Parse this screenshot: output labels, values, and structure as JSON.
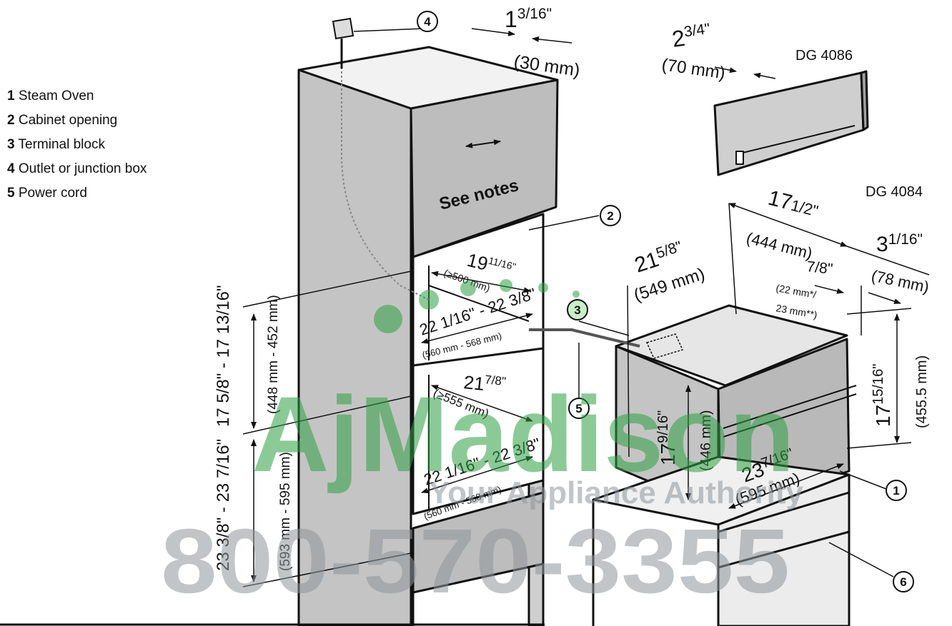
{
  "legend": [
    {
      "number": "1",
      "label": "Steam Oven"
    },
    {
      "number": "2",
      "label": "Cabinet opening"
    },
    {
      "number": "3",
      "label": "Terminal block"
    },
    {
      "number": "4",
      "label": "Outlet or junction box"
    },
    {
      "number": "5",
      "label": "Power cord"
    }
  ],
  "models": {
    "upper": "DG 4086",
    "lower": "DG 4084"
  },
  "notes_label": "See notes",
  "dimensions": {
    "top_offset": {
      "whole": "1",
      "fraction": "3/16\"",
      "metric": "(30 mm)"
    },
    "front_depth": {
      "whole": "2",
      "fraction": "3/4\"",
      "metric": "(70 mm)"
    },
    "opening_depth": {
      "whole": "19",
      "fraction": "11/16\"",
      "metric": "(≥500 mm)"
    },
    "upper_width": {
      "text": "22 1/16\" - 22 3/8\"",
      "metric": "(560 mm - 568 mm)"
    },
    "lower_depth": {
      "whole": "21",
      "fraction": "7/8\"",
      "metric": "(≥555 mm)"
    },
    "lower_width": {
      "text": "22 1/16\" - 22 3/8\"",
      "metric": "(560 mm - 568 mm)"
    },
    "upper_height": {
      "text": "17 5/8\" - 17 13/16\"",
      "metric": "(448 mm - 452 mm)"
    },
    "lower_height": {
      "text": "23 3/8\" - 23 7/16\"",
      "metric": "(593 mm - 595 mm)"
    },
    "oven_depth": {
      "whole": "21",
      "fraction": "5/8\"",
      "metric": "(549 mm)"
    },
    "oven_width_top": {
      "whole": "17",
      "fraction": "1/2\"",
      "metric": "(444 mm)"
    },
    "side_offset": {
      "whole": "3",
      "fraction": "1/16\"",
      "metric": "(78 mm)"
    },
    "front_thickness": {
      "fraction": "7/8\"",
      "metric_a": "(22 mm*/",
      "metric_b": "23 mm**)"
    },
    "oven_front_height": {
      "whole": "17",
      "fraction": "15/16\"",
      "metric": "(455.5 mm)"
    },
    "oven_body_height": {
      "whole": "17",
      "fraction": "9/16\"",
      "metric": "(446 mm)"
    },
    "oven_width": {
      "whole": "23",
      "fraction": "7/16\"",
      "metric": "(595 mm)"
    }
  },
  "callouts": [
    "1",
    "2",
    "3",
    "4",
    "5",
    "6"
  ],
  "watermark": {
    "brand": "AjMadison",
    "tagline": "Your Appliance Authority",
    "phone": "800-570-3355",
    "colors": {
      "green": "#2ea043",
      "gray": "#8f969c"
    }
  }
}
